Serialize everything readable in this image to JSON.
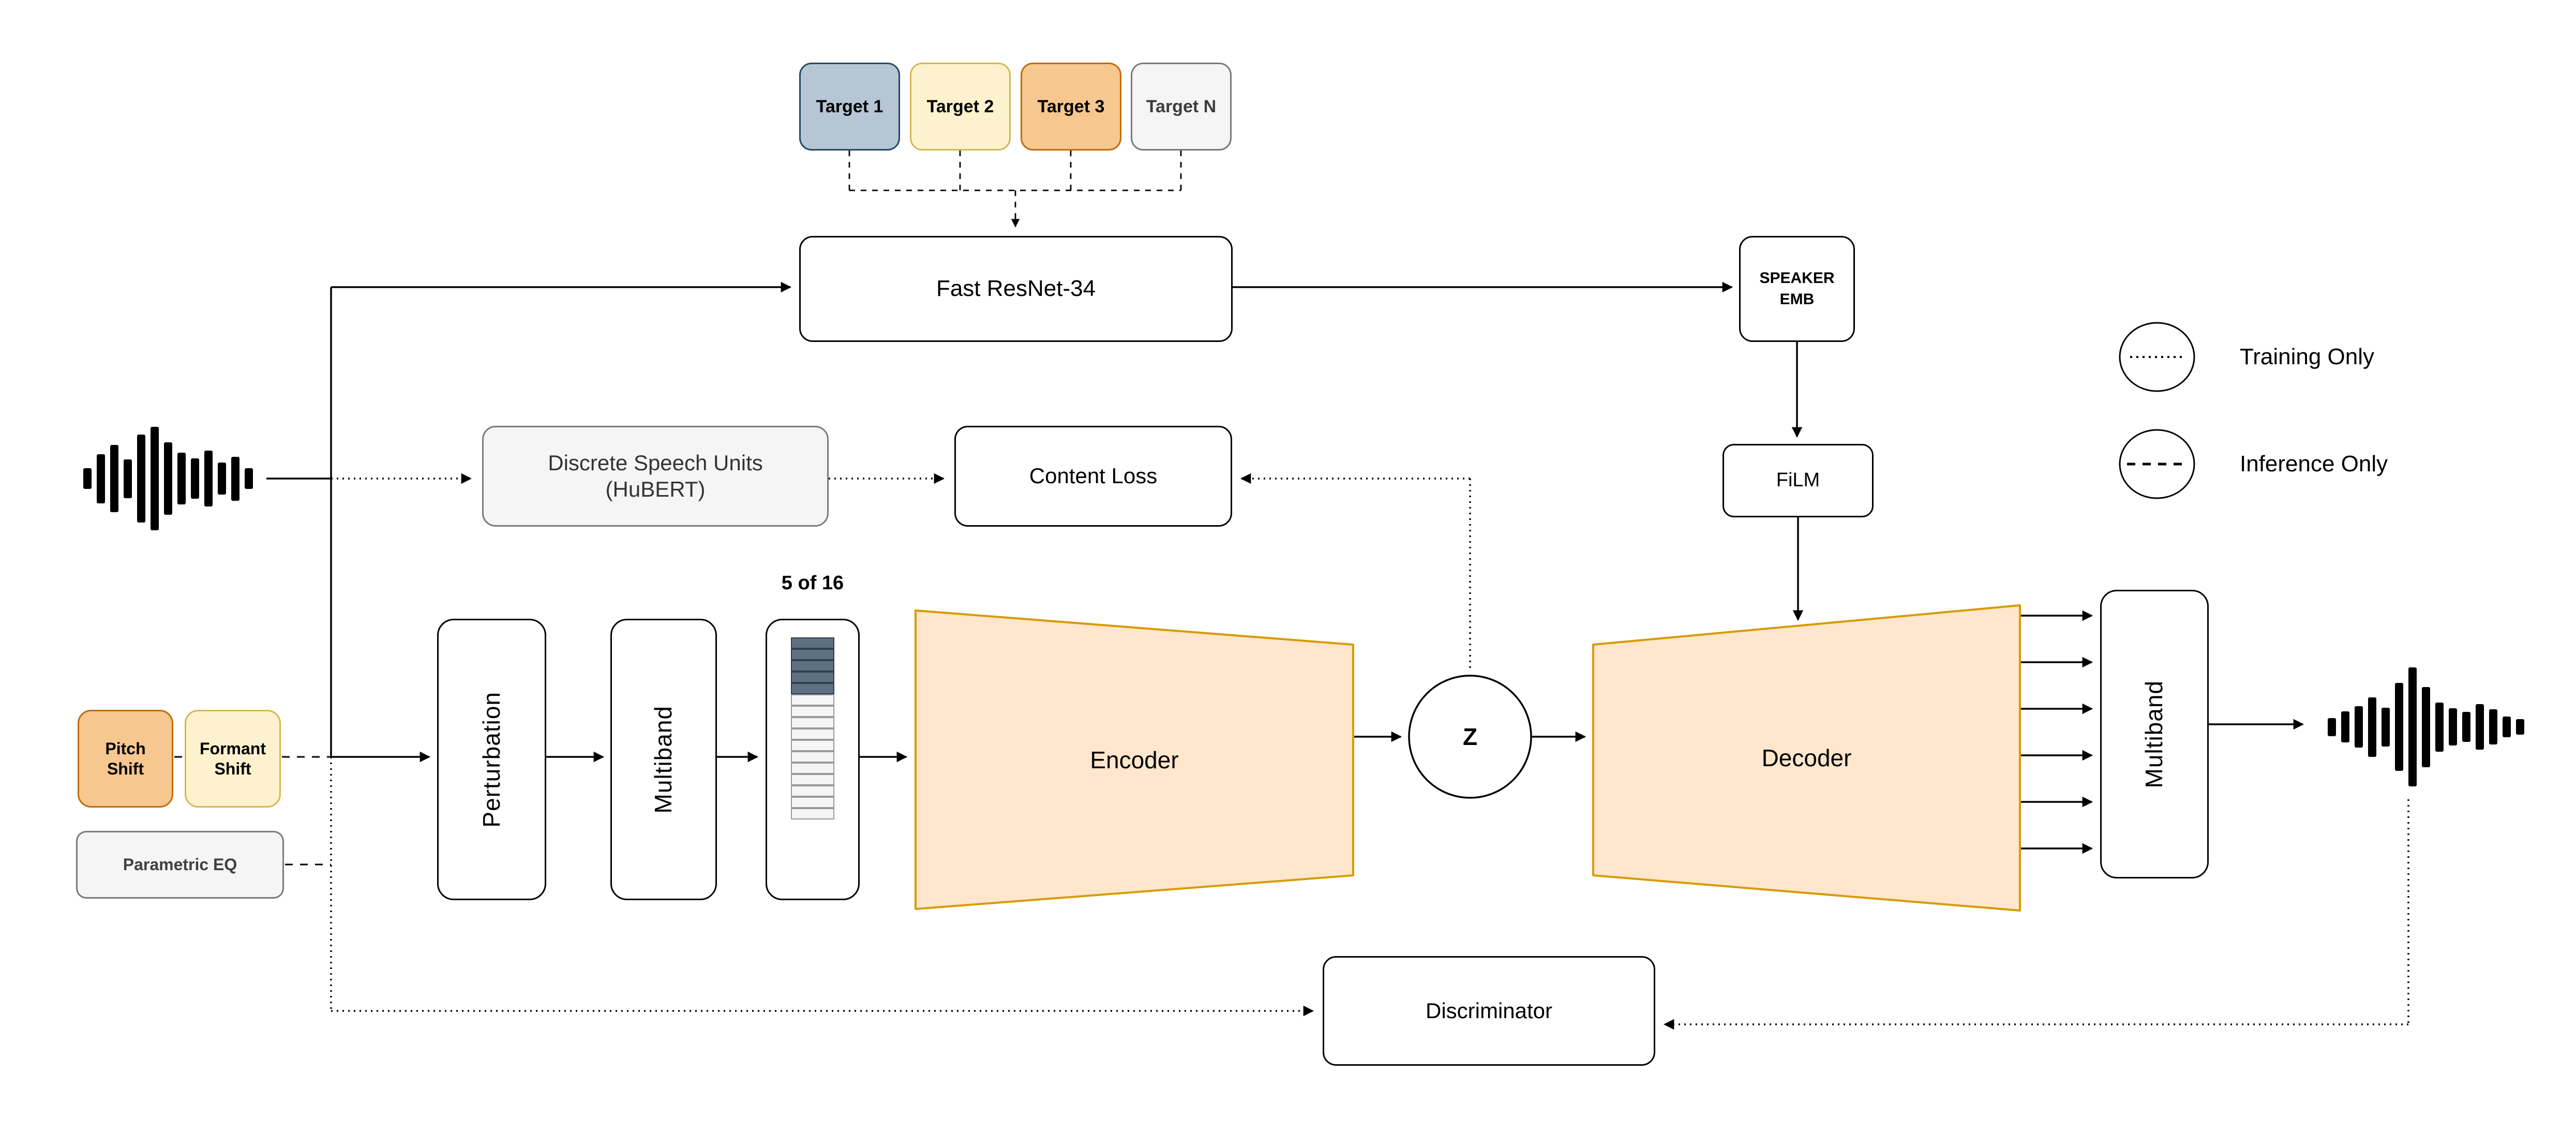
{
  "title": "Voice conversion training/inference architecture diagram",
  "colors": {
    "target1-fill": "#b6c6d4",
    "target1-stroke": "#26485f",
    "target2-fill": "#fdf2cd",
    "target2-stroke": "#d6b656",
    "target3-fill": "#f6c78f",
    "target3-stroke": "#bf6c0a",
    "gray-fill": "#f5f5f5",
    "gray-stroke": "#7a7a7a",
    "trap-fill": "#ffe6cc",
    "trap-stroke": "#d79b00",
    "cell-filled": "#5d7183",
    "cell-filled-stroke": "#31404e",
    "cell-empty": "#f5f5f5",
    "cell-empty-stroke": "#999999",
    "wire": "#000000"
  },
  "targets": {
    "items": [
      {
        "label": "Target 1",
        "style": "blue"
      },
      {
        "label": "Target 2",
        "style": "yellow"
      },
      {
        "label": "Target 3",
        "style": "orange"
      },
      {
        "label": "Target N",
        "style": "gray"
      }
    ]
  },
  "speaker_encoder": {
    "label": "Fast ResNet-34"
  },
  "speaker_emb": {
    "line1": "SPEAKER",
    "line2": "EMB"
  },
  "film": {
    "label": "FiLM"
  },
  "content_branch": {
    "dsu_line1": "Discrete Speech Units",
    "dsu_line2": "(HuBERT)",
    "content_loss": "Content Loss"
  },
  "augmentations": {
    "pitch_line1": "Pitch",
    "pitch_line2": "Shift",
    "formant_line1": "Formant",
    "formant_line2": "Shift",
    "parametric_eq": "Parametric EQ"
  },
  "pipeline": {
    "perturbation": "Perturbation",
    "multiband_in": "Multiband",
    "codebook_label": "5 of 16",
    "encoder": "Encoder",
    "latent": "Z",
    "decoder": "Decoder",
    "multiband_out": "Multiband",
    "discriminator": "Discriminator"
  },
  "codebook": {
    "total": 16,
    "filled": 5
  },
  "legend": {
    "training": "Training Only",
    "inference": "Inference Only"
  },
  "waveform_in": {
    "bars": [
      40,
      95,
      130,
      75,
      170,
      200,
      140,
      100,
      78,
      108,
      62,
      85,
      40
    ]
  },
  "waveform_out": {
    "bars": [
      35,
      60,
      80,
      115,
      75,
      170,
      230,
      155,
      95,
      72,
      58,
      88,
      68,
      40,
      30
    ]
  }
}
